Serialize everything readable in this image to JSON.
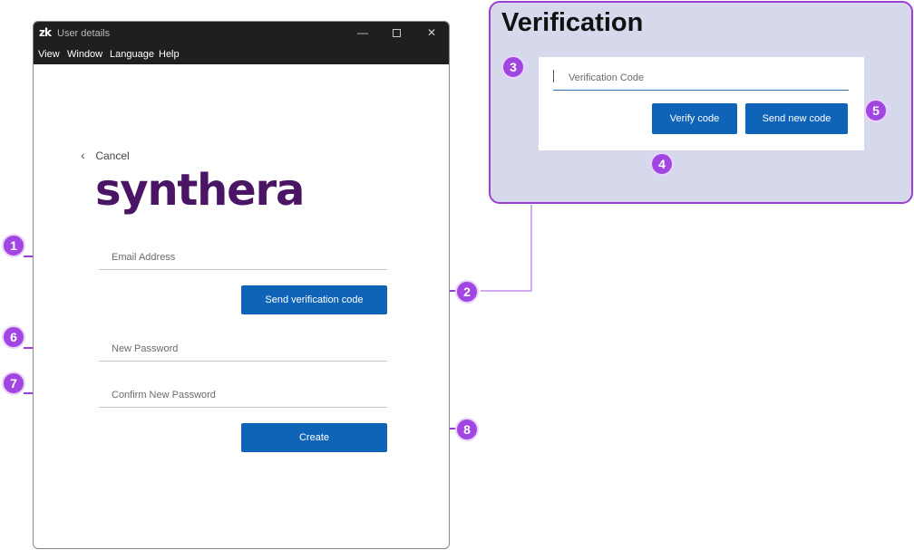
{
  "window": {
    "title": "User details",
    "logo_mark": "zk",
    "controls": {
      "minimize": "—",
      "close": "✕"
    },
    "menu": [
      "View",
      "Window",
      "Language",
      "Help"
    ]
  },
  "form": {
    "cancel_label": "Cancel",
    "brand": "synthera",
    "email_placeholder": "Email Address",
    "send_code_label": "Send verification code",
    "new_password_placeholder": "New Password",
    "confirm_password_placeholder": "Confirm New Password",
    "create_label": "Create"
  },
  "verification": {
    "title": "Verification",
    "code_placeholder": "Verification Code",
    "verify_label": "Verify code",
    "resend_label": "Send new code"
  },
  "callouts": [
    "1",
    "2",
    "3",
    "4",
    "5",
    "6",
    "7",
    "8"
  ],
  "colors": {
    "accent": "#9b40d6",
    "badge": "#a146e0",
    "button": "#0f64b8",
    "brand": "#4b1566",
    "panel": "#d6d9eb",
    "titlebar": "#1f1f1f"
  }
}
